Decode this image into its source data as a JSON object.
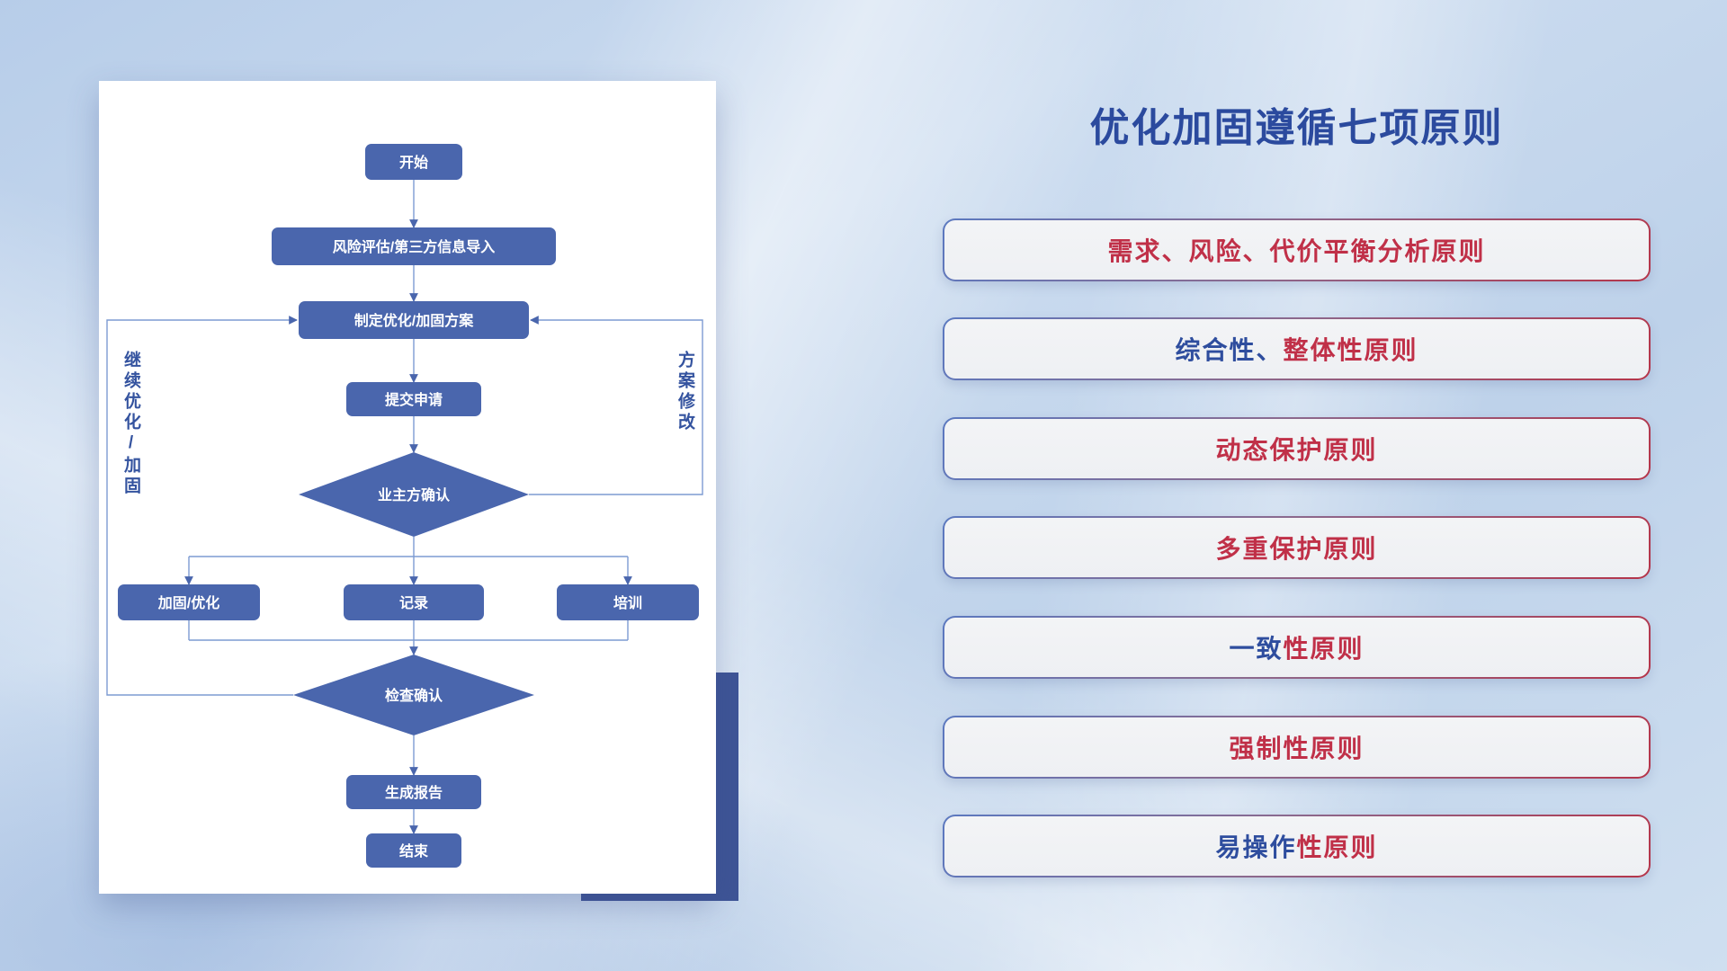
{
  "colors": {
    "accent_blue": "#2b4a9e",
    "accent_red": "#c03048",
    "node_blue": "#4a66ad",
    "line_blue": "#7d9bd2",
    "backdrop_blue": "#3e5496"
  },
  "flowchart": {
    "nodes": {
      "start": "开始",
      "risk_import": "风险评估/第三方信息导入",
      "make_plan": "制定优化/加固方案",
      "submit": "提交申请",
      "owner_confirm": "业主方确认",
      "reinforce_optimize": "加固/优化",
      "record": "记录",
      "training": "培训",
      "check_confirm": "检查确认",
      "generate_report": "生成报告",
      "end": "结束"
    },
    "edge_labels": {
      "continue_optimize": "继续优化/加固",
      "plan_revision": "方案修改"
    }
  },
  "right_panel": {
    "title": "优化加固遵循七项原则",
    "principles": [
      {
        "segments": [
          {
            "text": "需求、风险、代价平衡分析原则",
            "color": "red"
          }
        ]
      },
      {
        "segments": [
          {
            "text": "综合性、",
            "color": "blue"
          },
          {
            "text": "整体性原则",
            "color": "red"
          }
        ]
      },
      {
        "segments": [
          {
            "text": "动态保护原则",
            "color": "red"
          }
        ]
      },
      {
        "segments": [
          {
            "text": "多重保护原则",
            "color": "red"
          }
        ]
      },
      {
        "segments": [
          {
            "text": "一致",
            "color": "blue"
          },
          {
            "text": "性原则",
            "color": "red"
          }
        ]
      },
      {
        "segments": [
          {
            "text": "强制性原则",
            "color": "red"
          }
        ]
      },
      {
        "segments": [
          {
            "text": "易操作",
            "color": "blue"
          },
          {
            "text": "性原则",
            "color": "red"
          }
        ]
      }
    ]
  }
}
